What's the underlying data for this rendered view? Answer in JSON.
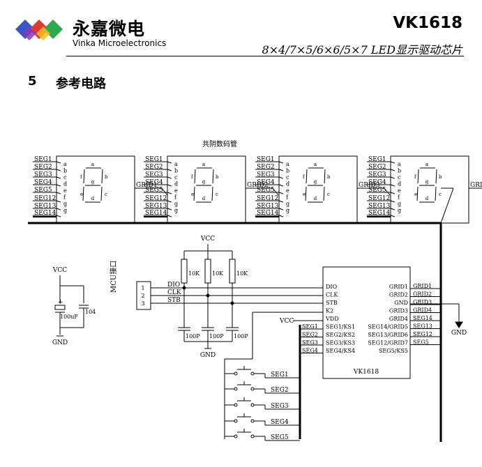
{
  "header": {
    "brand_cn": "永嘉微电",
    "brand_en": "Vinka Microelectronics",
    "model": "VK1618",
    "subtitle": "8×4/7×5/6×6/5×7 LED显示驱动芯片",
    "logo_colors": [
      "#3a55c8",
      "#e23a2a",
      "#2fa84f",
      "#f0c020",
      "#8a3ab8"
    ]
  },
  "section": {
    "number": "5",
    "title": "参考电路"
  },
  "diagram": {
    "display_label": "共阴数码管",
    "seg_pins": [
      "SEG1",
      "SEG2",
      "SEG3",
      "SEG4",
      "SEG5",
      "SEG12",
      "SEG13",
      "SEG14"
    ],
    "seg_letters": [
      "a",
      "b",
      "c",
      "d",
      "e",
      "f",
      "g"
    ],
    "digit_letters": [
      "a",
      "f",
      "b",
      "g",
      "e",
      "c",
      "d"
    ],
    "grid_labels": [
      "GRID1",
      "GRID2",
      "GRID3",
      "GRID4"
    ],
    "vcc": "VCC",
    "gnd": "GND",
    "resistor": "10K",
    "capacitor_100p": "100P",
    "cap_100uf": "100uF",
    "cap_104": "104",
    "mcu_label": "MCU接口",
    "connector_pins": [
      "1",
      "2",
      "3"
    ],
    "bus_signals": [
      "DIO",
      "CLK",
      "STB"
    ],
    "chip_name": "VK1618",
    "chip_left_pins": [
      "DIO",
      "CLK",
      "STB",
      "K2",
      "VDD",
      "SEG1/KS1",
      "SEG2/KS2",
      "SEG3/KS3",
      "SEG4/KS4"
    ],
    "chip_right_pins": [
      "GRID1",
      "GRID2",
      "GND",
      "GRID3",
      "GRID4",
      "SEG14/GRID5",
      "SEG13/GRID6",
      "SEG12/GRID7",
      "SEG5/KS5"
    ],
    "right_nets": [
      "GRID1",
      "GRID2",
      "GRID3",
      "GRID4",
      "SEG14",
      "SEG13",
      "SEG12",
      "SEG5"
    ],
    "left_nets": [
      "SEG1",
      "SEG2",
      "SEG3",
      "SEG4"
    ],
    "key_nets": [
      "SEG1",
      "SEG2",
      "SEG3",
      "SEG4",
      "SEG5"
    ]
  }
}
